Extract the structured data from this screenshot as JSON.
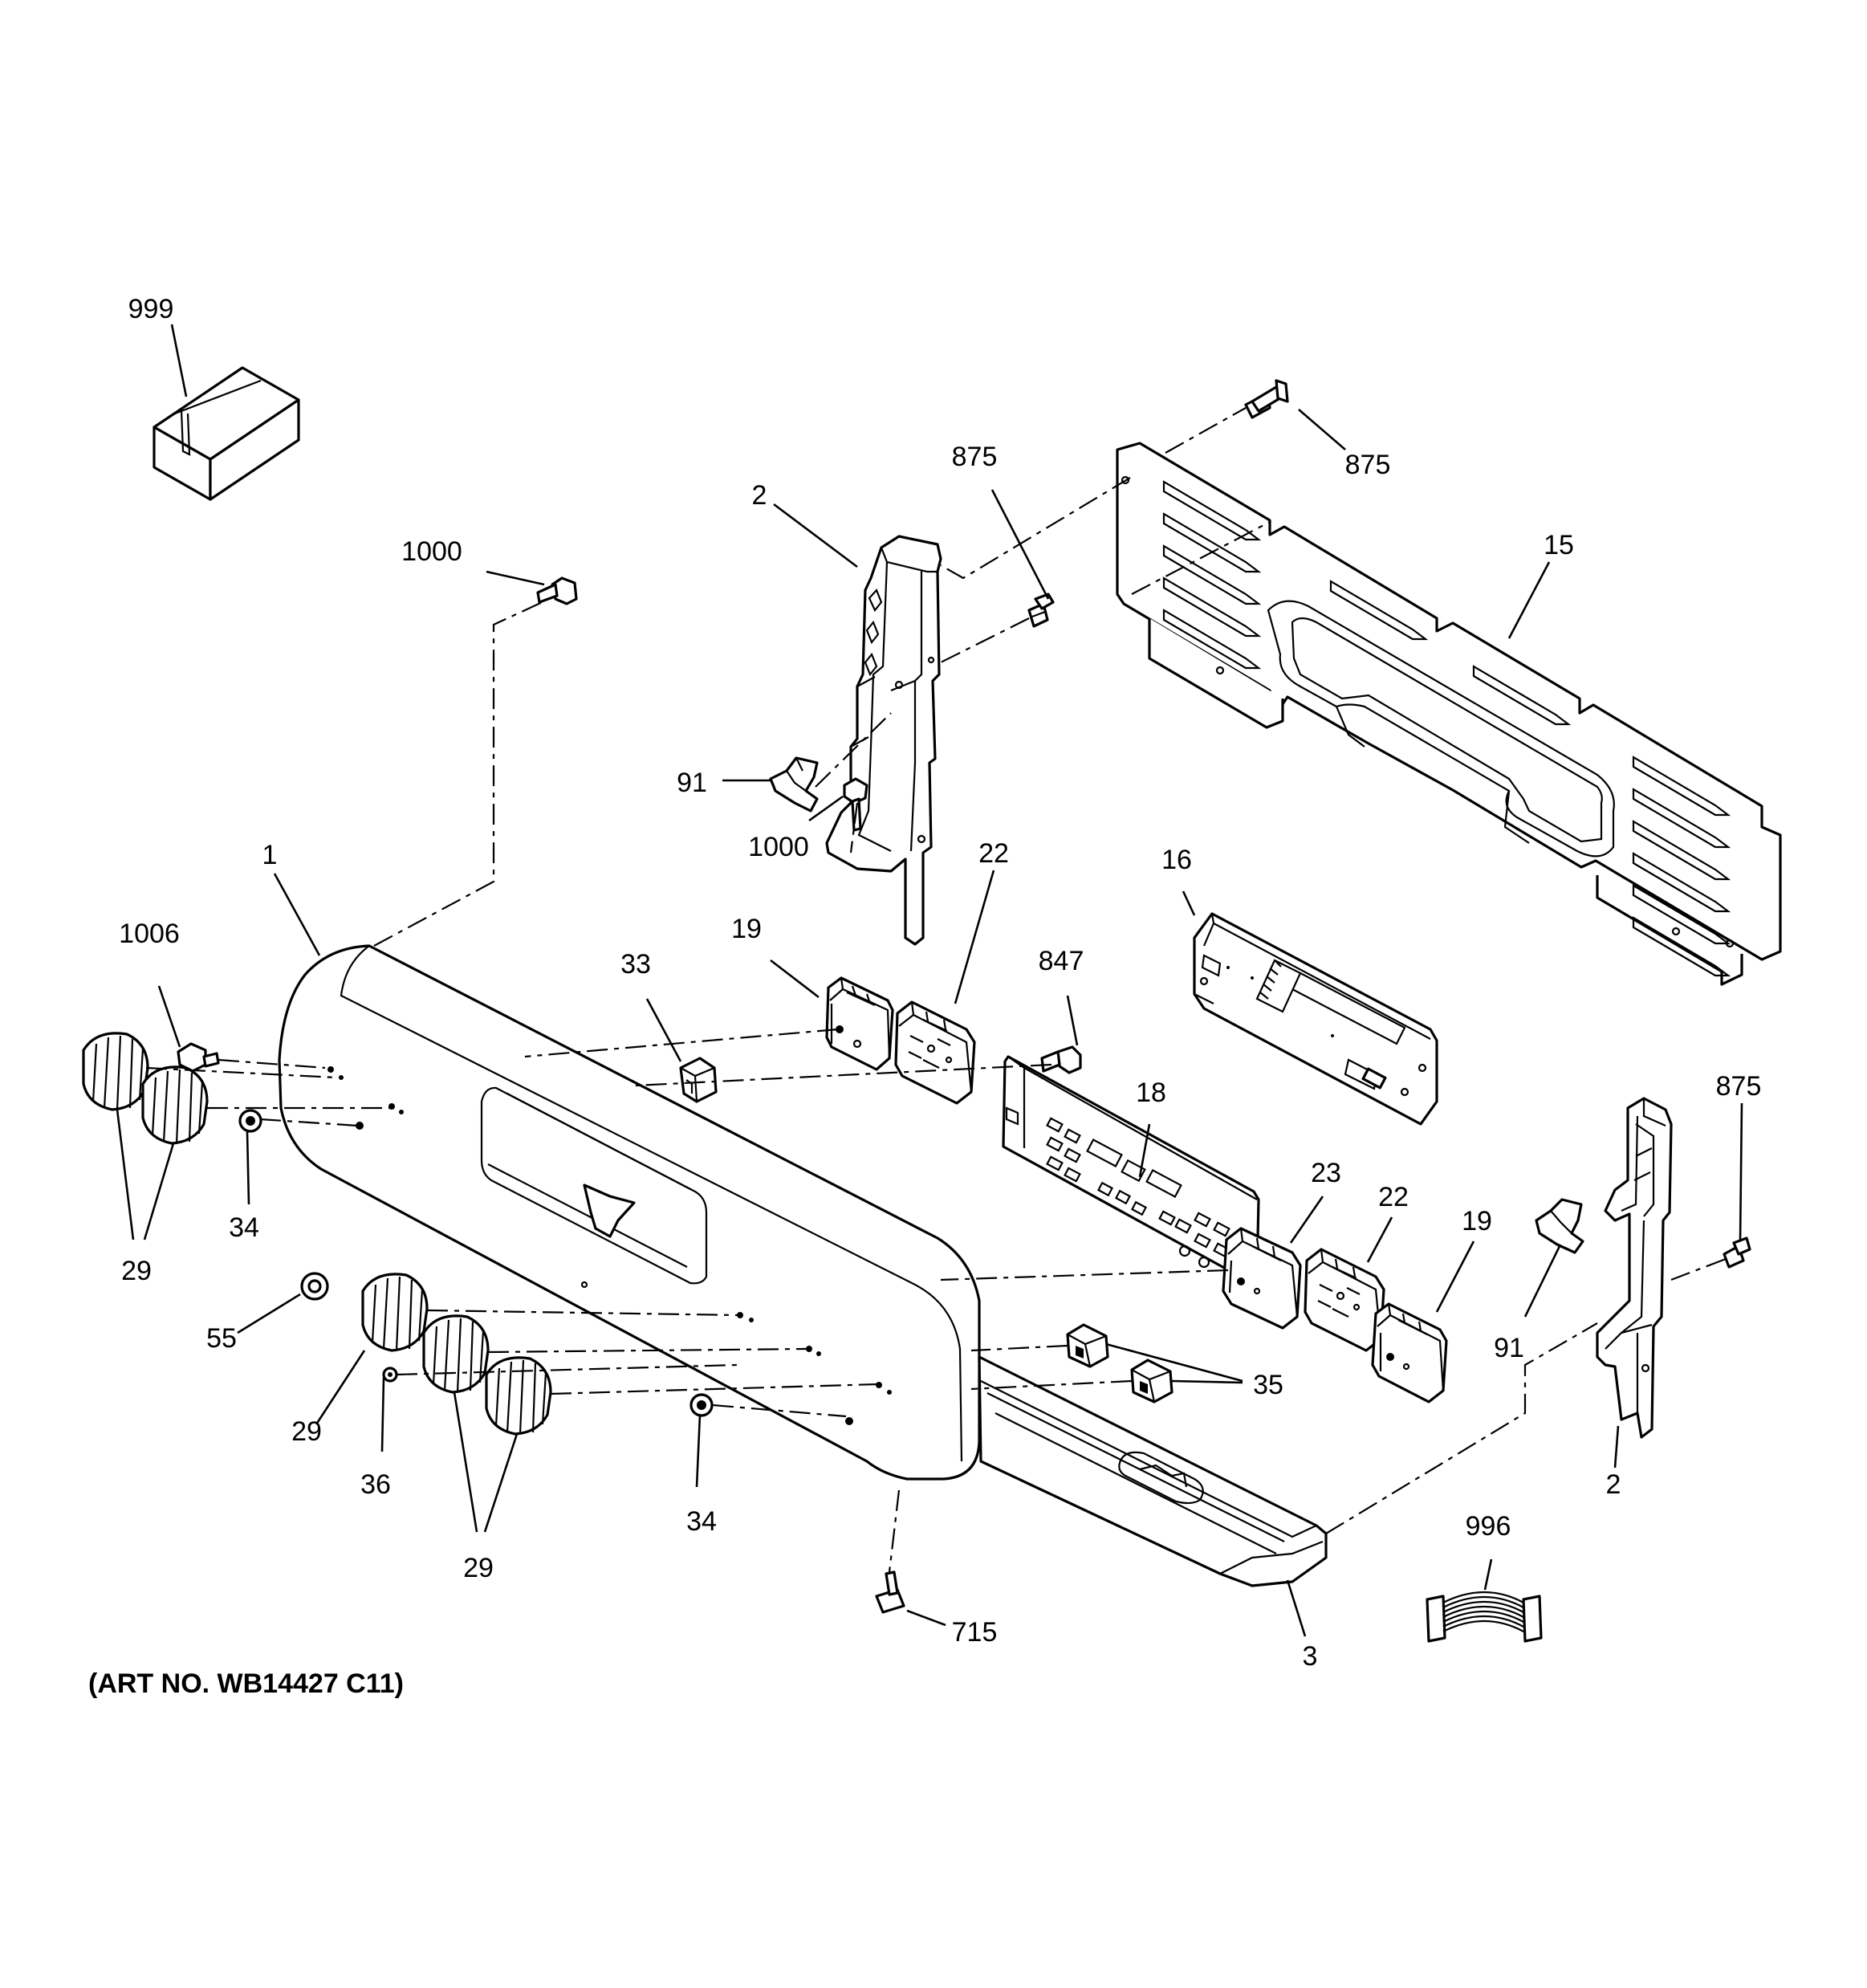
{
  "labels": {
    "l999": "999",
    "l875a": "875",
    "l875b": "875",
    "l875c": "875",
    "l15": "15",
    "l2a": "2",
    "l2b": "2",
    "l1000a": "1000",
    "l1000b": "1000",
    "l91a": "91",
    "l91b": "91",
    "l1": "1",
    "l1006": "1006",
    "l22a": "22",
    "l22b": "22",
    "l19a": "19",
    "l19b": "19",
    "l33": "33",
    "l16": "16",
    "l847": "847",
    "l18": "18",
    "l23": "23",
    "l34a": "34",
    "l34b": "34",
    "l29a": "29",
    "l29b": "29",
    "l29c": "29",
    "l55": "55",
    "l36": "36",
    "l35": "35",
    "l715": "715",
    "l3": "3",
    "l996": "996"
  },
  "art_number": "(ART NO. WB14427 C11)"
}
